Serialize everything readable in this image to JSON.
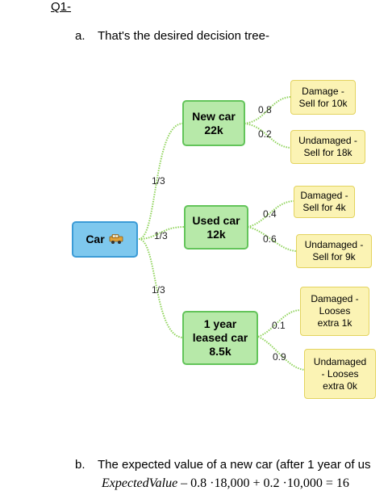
{
  "header": {
    "question": "Q1-"
  },
  "part_a": {
    "label": "a.",
    "text": "That's the desired decision tree-"
  },
  "tree": {
    "root": {
      "label": "Car",
      "icon": "car-icon"
    },
    "branch_probs": [
      "1/3",
      "1/3",
      "1/3"
    ],
    "options": [
      {
        "line1": "New car",
        "line2": "22k",
        "outcomes": [
          {
            "prob": "0.8",
            "text": [
              "Damage -",
              "Sell for 10k"
            ]
          },
          {
            "prob": "0.2",
            "text": [
              "Undamaged -",
              "Sell for 18k"
            ]
          }
        ]
      },
      {
        "line1": "Used car",
        "line2": "12k",
        "outcomes": [
          {
            "prob": "0.4",
            "text": [
              "Damaged -",
              "Sell for 4k"
            ]
          },
          {
            "prob": "0.6",
            "text": [
              "Undamaged -",
              "Sell for 9k"
            ]
          }
        ]
      },
      {
        "line1": "1 year",
        "line2": "leased car",
        "line3": "8.5k",
        "outcomes": [
          {
            "prob": "0.1",
            "text": [
              "Damaged -",
              "Looses",
              "extra 1k"
            ]
          },
          {
            "prob": "0.9",
            "text": [
              "Undamaged",
              "- Looses",
              "extra 0k"
            ]
          }
        ]
      }
    ]
  },
  "part_b": {
    "label": "b.",
    "text": "The expected value of a new car (after 1 year of us",
    "formula_lhs": "ExpectedValue",
    "formula_rhs": "– 0.8 ·18,000 + 0.2 ·10,000 = 16"
  },
  "colors": {
    "root_fill": "#7ec8ee",
    "mid_fill": "#b7e9a9",
    "leaf_fill": "#fbf3b4",
    "connector": "#8fd35a"
  }
}
